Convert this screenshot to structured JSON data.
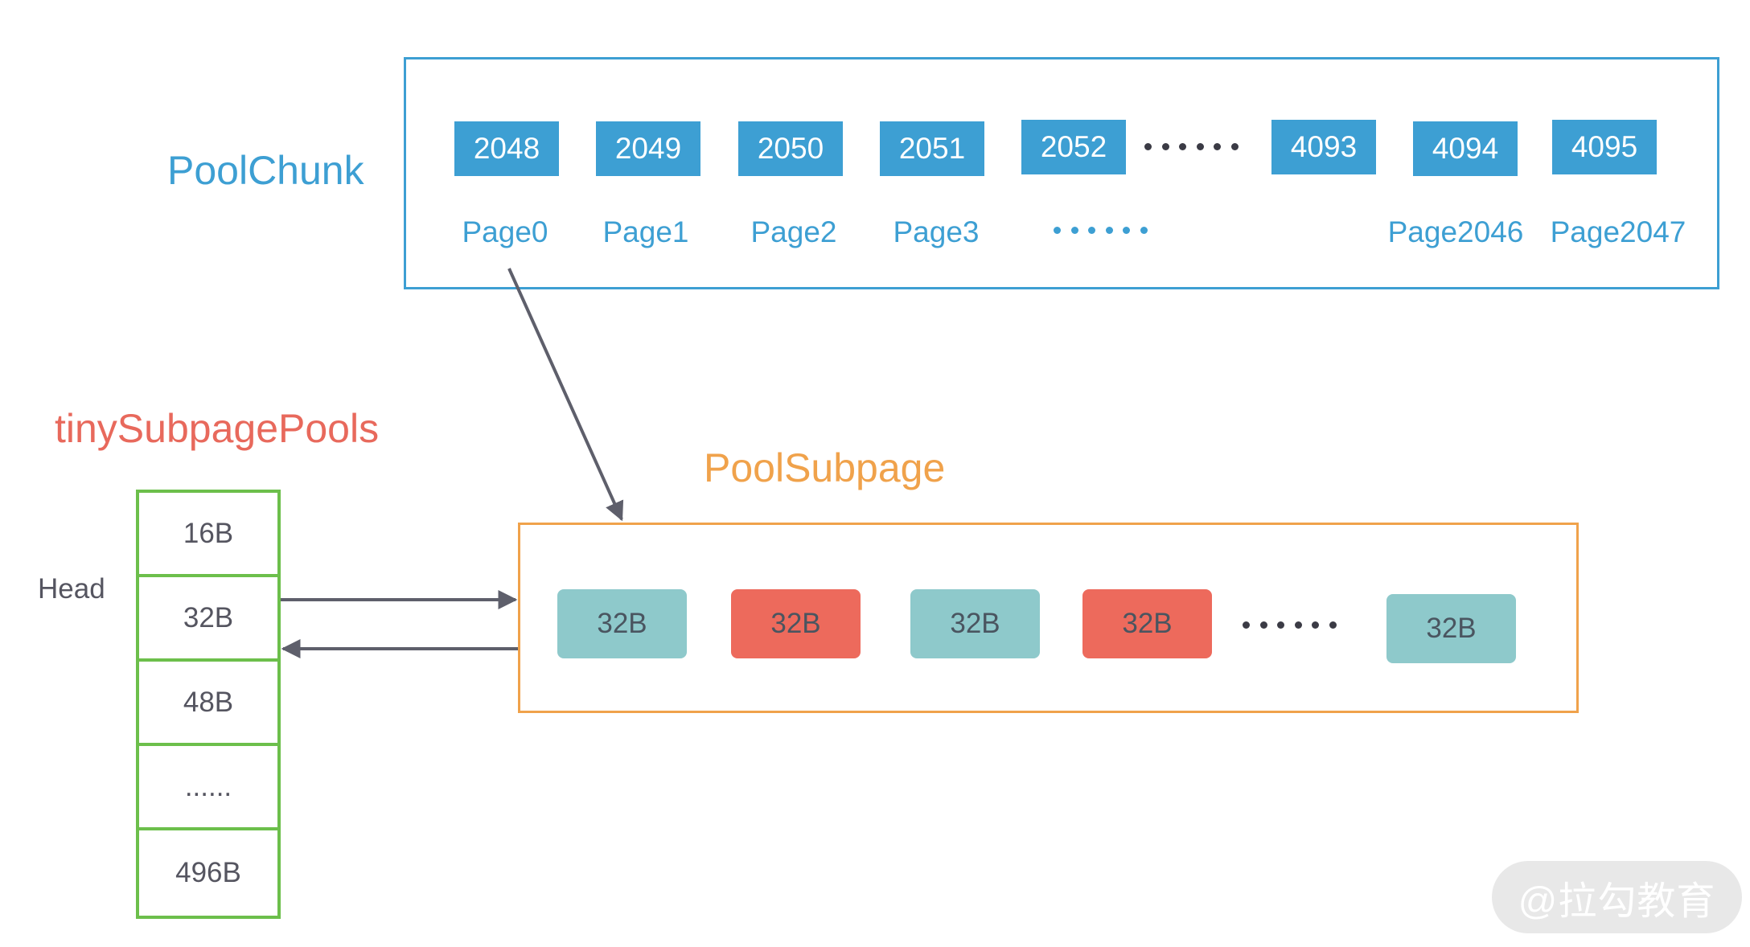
{
  "pool_chunk": {
    "title": "PoolChunk",
    "nodes": [
      "2048",
      "2049",
      "2050",
      "2051",
      "2052",
      "4093",
      "4094",
      "4095"
    ],
    "pages": [
      "Page0",
      "Page1",
      "Page2",
      "Page3",
      "Page2046",
      "Page2047"
    ]
  },
  "tiny_subpage_pools": {
    "title": "tinySubpagePools",
    "head_label": "Head",
    "slots": [
      "16B",
      "32B",
      "48B",
      "......",
      "496B"
    ]
  },
  "pool_subpage": {
    "title": "PoolSubpage",
    "elements": [
      {
        "label": "32B",
        "state": "free"
      },
      {
        "label": "32B",
        "state": "used"
      },
      {
        "label": "32B",
        "state": "free"
      },
      {
        "label": "32B",
        "state": "used"
      },
      {
        "label": "32B",
        "state": "free"
      }
    ]
  },
  "watermark": "@拉勾教育",
  "colors": {
    "chunk_blue": "#3d9fd3",
    "tiny_red": "#e8695c",
    "subpage_orange": "#f0a24b",
    "pool_green": "#6cbf4b",
    "element_free": "#8ec9cb",
    "element_used": "#ed6a5c",
    "arrow": "#5e5f6b"
  }
}
